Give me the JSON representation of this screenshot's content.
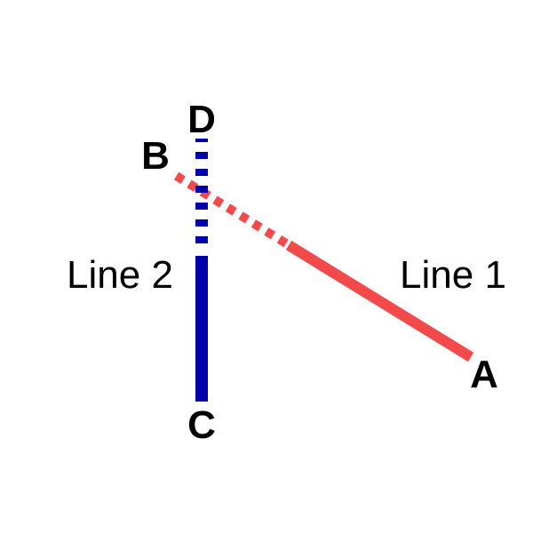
{
  "diagram": {
    "points": {
      "A": "A",
      "B": "B",
      "C": "C",
      "D": "D"
    },
    "lines": [
      {
        "id": "line-1",
        "label": "Line 1",
        "from": "A",
        "to": "B",
        "color": "#f24a4a",
        "style": "solid-then-dashed"
      },
      {
        "id": "line-2",
        "label": "Line 2",
        "from": "C",
        "to": "D",
        "color": "#0000aa",
        "style": "solid-then-dashed"
      }
    ]
  }
}
